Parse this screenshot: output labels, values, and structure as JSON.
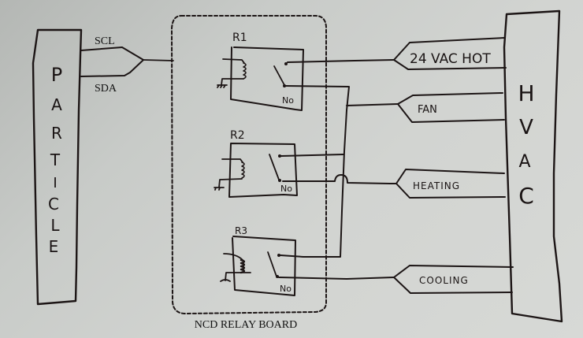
{
  "diagram": {
    "title": "Particle to HVAC wiring via NCD relay board",
    "controller": {
      "label_letters": [
        "P",
        "A",
        "R",
        "T",
        "I",
        "C",
        "L",
        "E"
      ],
      "label": "PARTICLE"
    },
    "bus": {
      "scl_label": "SCL",
      "sda_label": "SDA"
    },
    "relay_board": {
      "label": "NCD RELAY BOARD",
      "relays": [
        {
          "name": "R1",
          "contact_label": "No"
        },
        {
          "name": "R2",
          "contact_label": "No"
        },
        {
          "name": "R3",
          "contact_label": "No"
        }
      ]
    },
    "hvac": {
      "label_letters": [
        "H",
        "V",
        "A",
        "C"
      ],
      "label": "HVAC",
      "terminals": [
        {
          "label": "24 VAC HOT"
        },
        {
          "label": "FAN"
        },
        {
          "label": "HEATING"
        },
        {
          "label": "COOLING"
        }
      ]
    },
    "colors": {
      "ink": "#1c1515",
      "paper": "#d2d4d1"
    }
  }
}
